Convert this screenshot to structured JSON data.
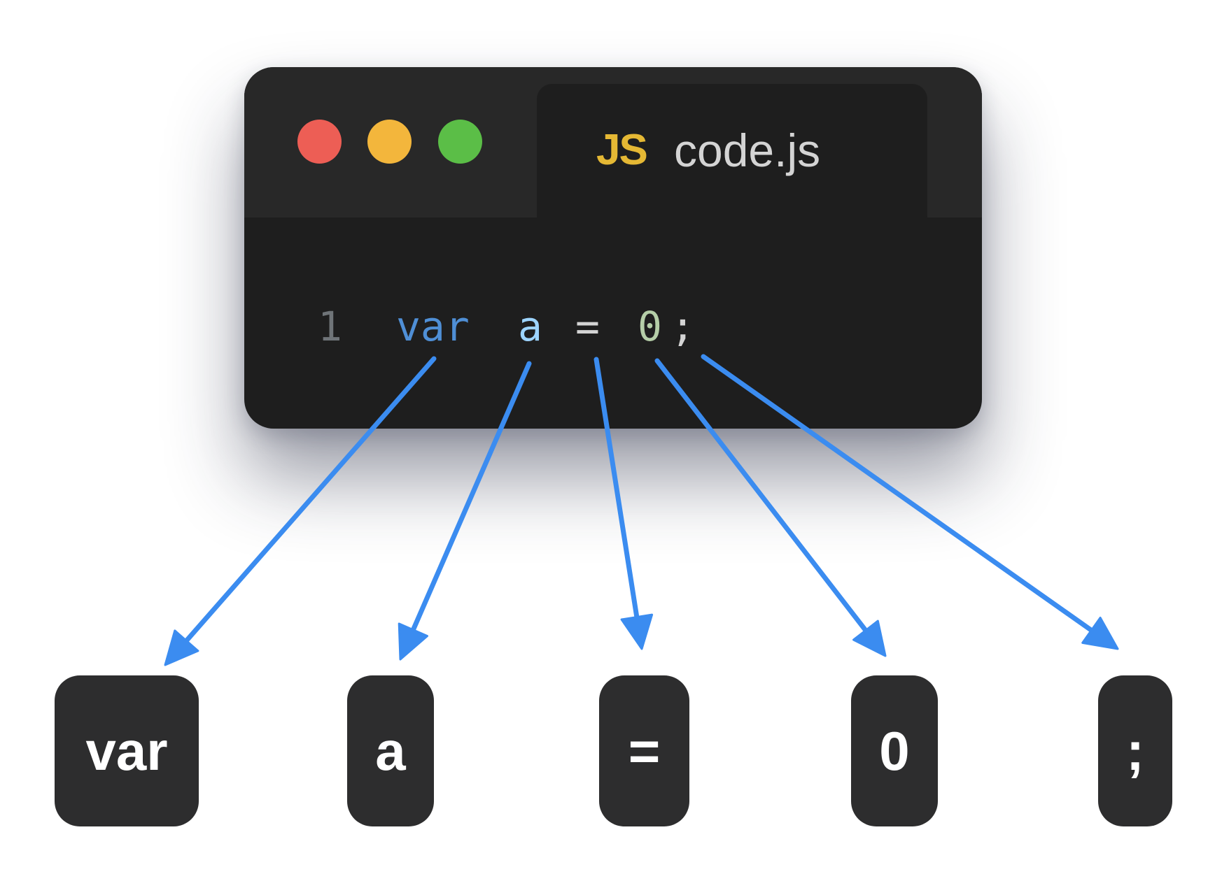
{
  "editor": {
    "window_controls": {
      "close_color": "#ed5e55",
      "minimize_color": "#f3b63c",
      "maximize_color": "#5bbe47"
    },
    "tab": {
      "badge": "JS",
      "filename": "code.js"
    },
    "code": {
      "line_number": "1",
      "tokens": [
        "var",
        "a",
        "=",
        "0",
        ";"
      ]
    }
  },
  "arrow_color": "#3b8cf0",
  "token_boxes": [
    "var",
    "a",
    "=",
    "0",
    ";"
  ]
}
